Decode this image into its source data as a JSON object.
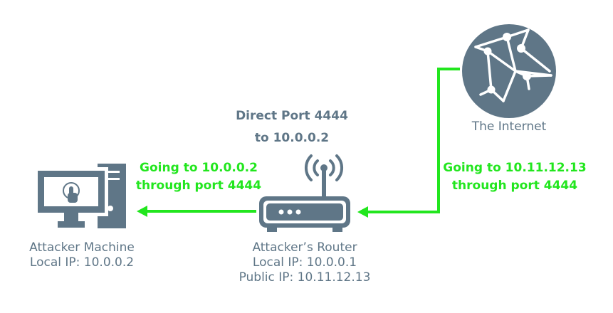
{
  "colors": {
    "icon": "#5f7687",
    "arrow": "#22e61e",
    "label": "#5f7687",
    "background": "#ffffff"
  },
  "nodes": {
    "attacker": {
      "icon": "desktop-computer-icon",
      "name": "Attacker Machine",
      "local_ip": "Local IP: 10.0.0.2"
    },
    "router": {
      "icon": "wifi-router-icon",
      "name": "Attacker’s Router",
      "local_ip": "Local IP: 10.0.0.1",
      "public_ip": "Public IP: 10.11.12.13",
      "rule_line1": "Direct Port 4444",
      "rule_line2": "to 10.0.0.2"
    },
    "internet": {
      "icon": "globe-network-icon",
      "name": "The Internet"
    }
  },
  "edges": {
    "router_to_attacker": {
      "line1": "Going to 10.0.0.2",
      "line2": "through port 4444"
    },
    "internet_to_router": {
      "line1": "Going to 10.11.12.13",
      "line2": "through port 4444"
    }
  }
}
